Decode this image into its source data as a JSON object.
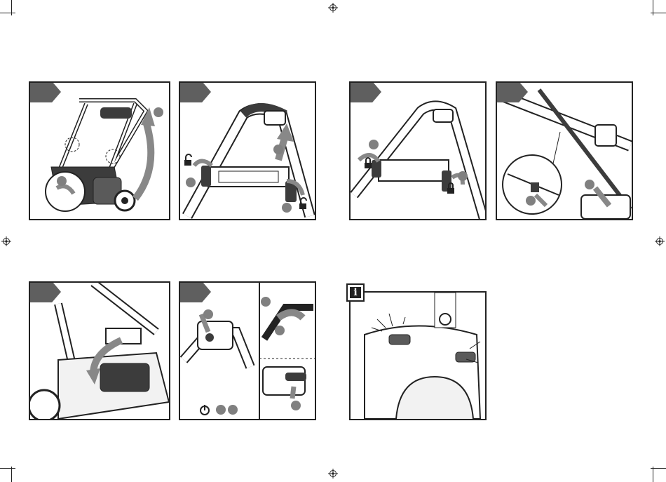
{
  "info_icon_label": "i",
  "colors": {
    "line": "#222222",
    "tab": "#5f5f5f",
    "callout": "#808080",
    "body": "#3c3c3c"
  },
  "icons": [
    "registration-mark",
    "padlock-locked",
    "padlock-unlocked",
    "power-symbol",
    "info-icon",
    "arrow"
  ]
}
